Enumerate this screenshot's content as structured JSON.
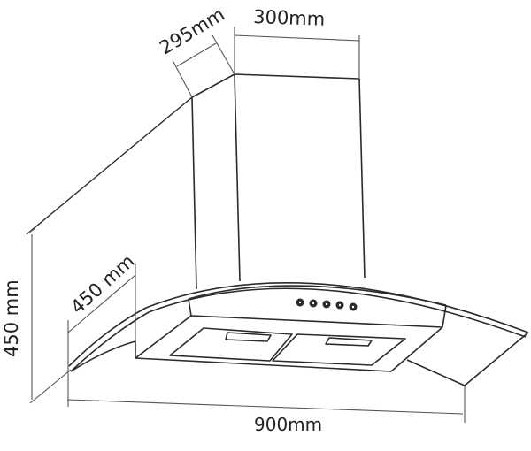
{
  "diagram": {
    "subject": "Curved glass chimney range hood dimension drawing",
    "colors": {
      "line": "#2b2b2b",
      "dim_line": "#555555",
      "text": "#222222",
      "background": "#ffffff"
    },
    "dimensions": {
      "chimney_depth": "295mm",
      "chimney_width": "300mm",
      "hood_height": "450 mm",
      "hood_depth": "450 mm",
      "hood_width": "900mm"
    },
    "controls": {
      "button_count": 5
    },
    "filters": {
      "count": 2
    }
  }
}
